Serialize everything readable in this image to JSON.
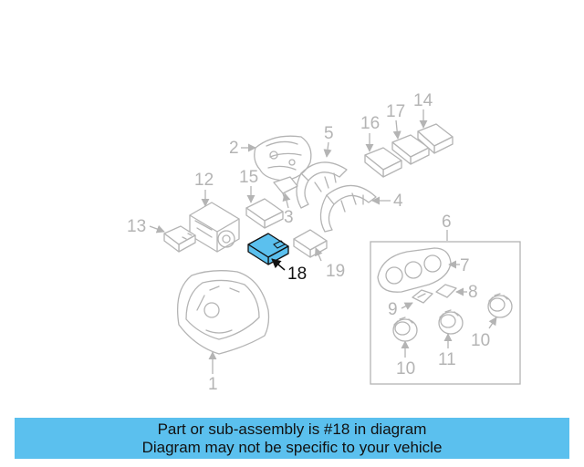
{
  "diagram": {
    "highlight_color": "#5bc0ee",
    "line_color": "#b4b4b4",
    "callouts": {
      "c1": "1",
      "c2": "2",
      "c3": "3",
      "c4": "4",
      "c5": "5",
      "c6": "6",
      "c7": "7",
      "c8": "8",
      "c9": "9",
      "c10a": "10",
      "c10b": "10",
      "c11": "11",
      "c12": "12",
      "c13": "13",
      "c14": "14",
      "c15": "15",
      "c16": "16",
      "c17": "17",
      "c18": "18",
      "c19": "19"
    }
  },
  "banner": {
    "line1": "Part or sub-assembly is #18 in diagram",
    "line2": "Diagram may not be specific to your vehicle"
  }
}
